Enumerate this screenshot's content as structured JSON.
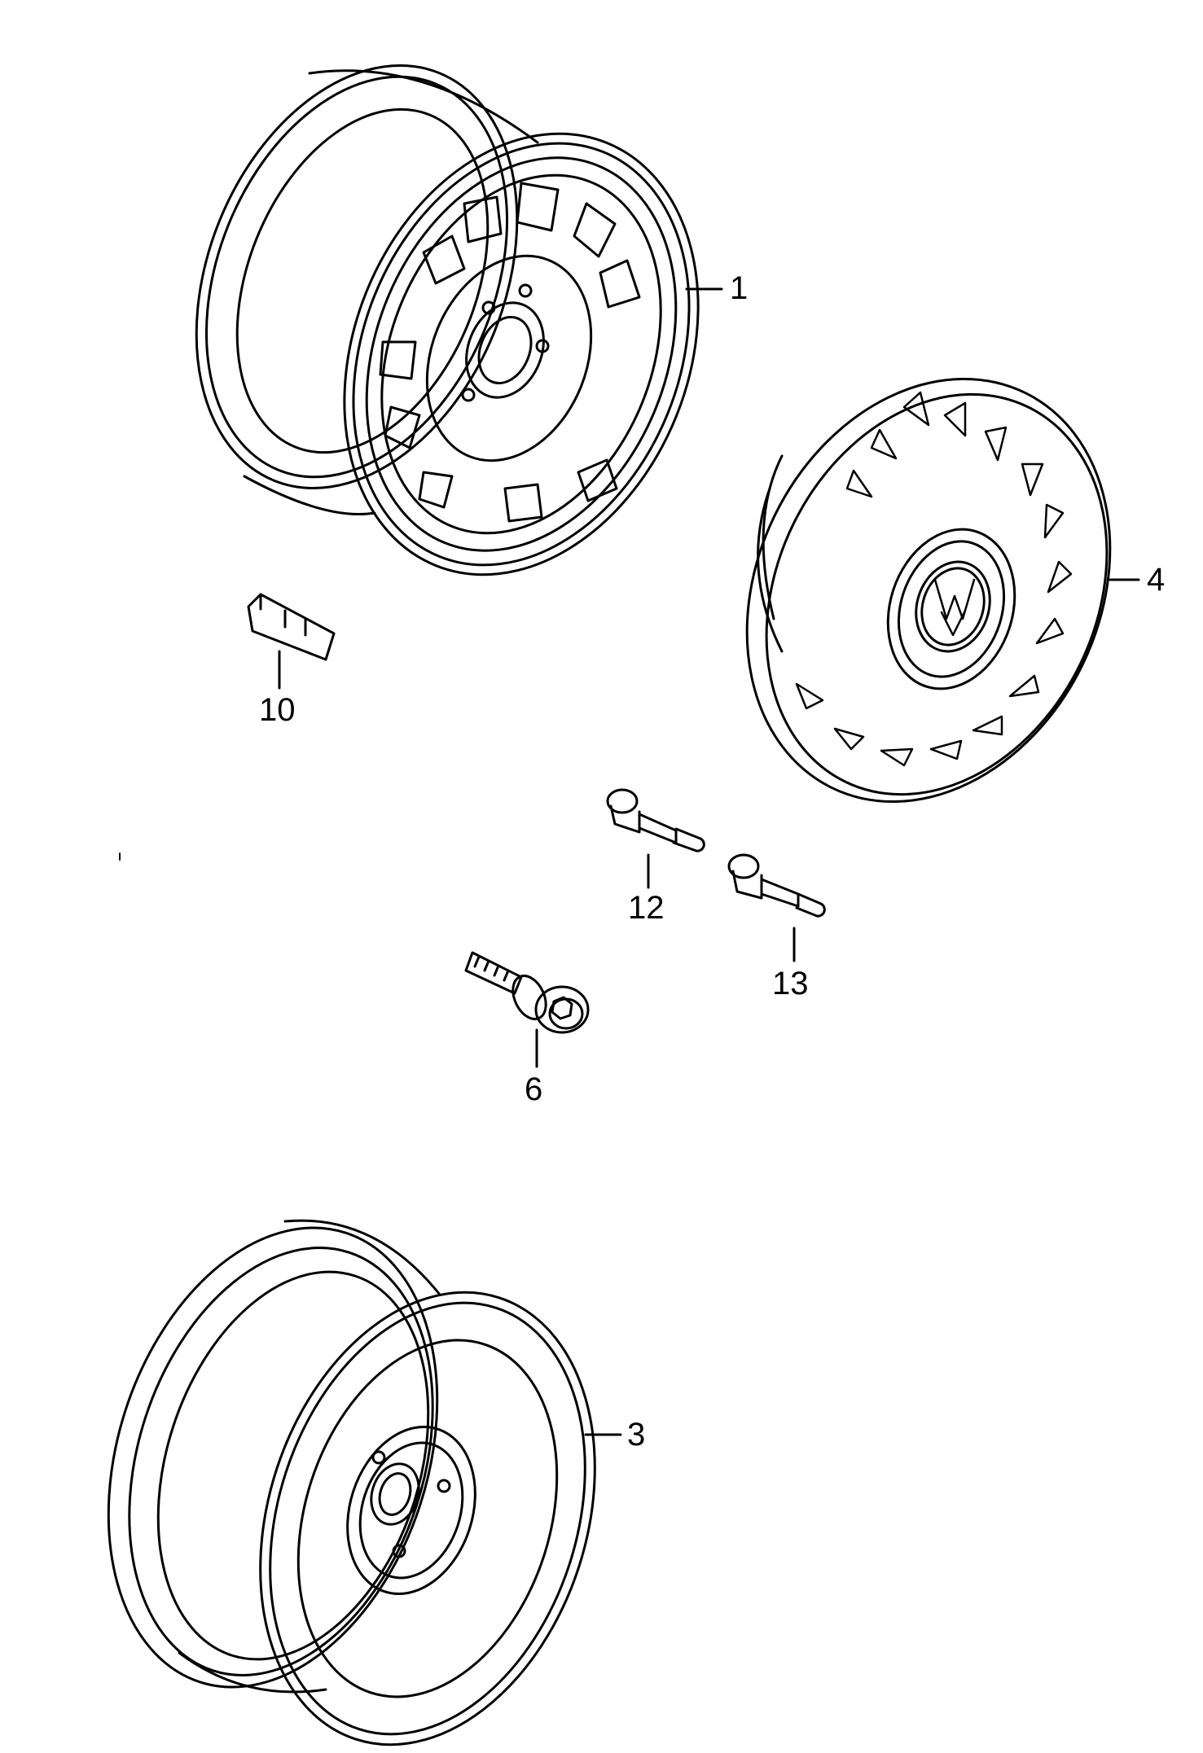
{
  "callouts": [
    {
      "id": "part-1",
      "text": "1"
    },
    {
      "id": "part-4",
      "text": "4"
    },
    {
      "id": "part-10",
      "text": "10"
    },
    {
      "id": "part-12",
      "text": "12"
    },
    {
      "id": "part-13",
      "text": "13"
    },
    {
      "id": "part-6",
      "text": "6"
    },
    {
      "id": "part-3",
      "text": "3"
    }
  ],
  "hubcap_logo": "VW",
  "colors": {
    "line": "#000000",
    "background": "#ffffff"
  }
}
